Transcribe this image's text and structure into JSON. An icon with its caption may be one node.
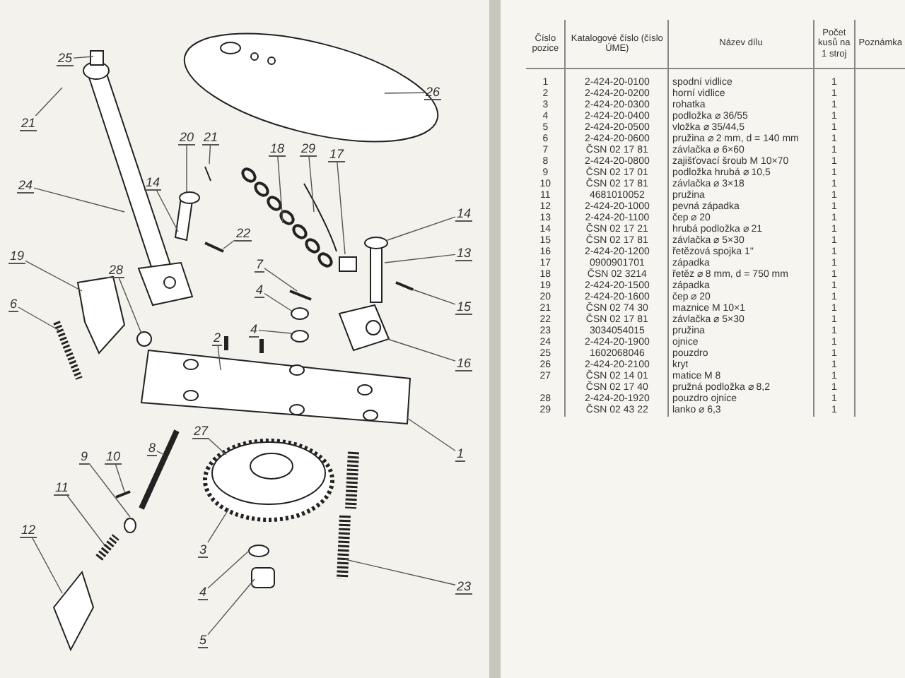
{
  "diagram": {
    "nodes": [
      {
        "text": [
          "25"
        ]
      },
      {
        "text": [
          "26"
        ]
      },
      {
        "text": [
          "21"
        ]
      },
      {
        "text": [
          "20"
        ]
      },
      {
        "text": [
          "21"
        ]
      },
      {
        "text": [
          "18"
        ]
      },
      {
        "text": [
          "29"
        ]
      },
      {
        "text": [
          "17"
        ]
      },
      {
        "text": [
          "24"
        ]
      },
      {
        "text": [
          "14"
        ]
      },
      {
        "text": [
          "14"
        ]
      },
      {
        "text": [
          "22"
        ]
      },
      {
        "text": [
          "13"
        ]
      },
      {
        "text": [
          "19"
        ]
      },
      {
        "text": [
          "7"
        ]
      },
      {
        "text": [
          "28"
        ]
      },
      {
        "text": [
          "4"
        ]
      },
      {
        "text": [
          "6"
        ]
      },
      {
        "text": [
          "15"
        ]
      },
      {
        "text": [
          "4"
        ]
      },
      {
        "text": [
          "2"
        ]
      },
      {
        "text": [
          "16"
        ]
      },
      {
        "text": [
          "1"
        ]
      },
      {
        "text": [
          "27"
        ]
      },
      {
        "text": [
          "8"
        ]
      },
      {
        "text": [
          "10"
        ]
      },
      {
        "text": [
          "9"
        ]
      },
      {
        "text": [
          "11"
        ]
      },
      {
        "text": [
          "12"
        ]
      },
      {
        "text": [
          "3"
        ]
      },
      {
        "text": [
          "23"
        ]
      },
      {
        "text": [
          "4"
        ]
      },
      {
        "text": [
          "5"
        ]
      }
    ],
    "edges": [
      {
        "from": 0,
        "to": null,
        "arrow": "none"
      },
      {
        "from": 1,
        "to": null,
        "arrow": "none"
      },
      {
        "from": 2,
        "to": null,
        "arrow": "none"
      },
      {
        "from": 3,
        "to": null,
        "arrow": "none"
      },
      {
        "from": 4,
        "to": null,
        "arrow": "none"
      },
      {
        "from": 5,
        "to": null,
        "arrow": "none"
      },
      {
        "from": 6,
        "to": null,
        "arrow": "none"
      },
      {
        "from": 7,
        "to": null,
        "arrow": "none"
      },
      {
        "from": 8,
        "to": null,
        "arrow": "none"
      },
      {
        "from": 9,
        "to": null,
        "arrow": "none"
      },
      {
        "from": 10,
        "to": null,
        "arrow": "none"
      },
      {
        "from": 11,
        "to": null,
        "arrow": "none"
      },
      {
        "from": 12,
        "to": null,
        "arrow": "none"
      },
      {
        "from": 13,
        "to": null,
        "arrow": "none"
      },
      {
        "from": 14,
        "to": null,
        "arrow": "none"
      },
      {
        "from": 15,
        "to": null,
        "arrow": "none"
      },
      {
        "from": 16,
        "to": null,
        "arrow": "none"
      },
      {
        "from": 17,
        "to": null,
        "arrow": "none"
      },
      {
        "from": 18,
        "to": null,
        "arrow": "none"
      },
      {
        "from": 19,
        "to": null,
        "arrow": "none"
      },
      {
        "from": 20,
        "to": null,
        "arrow": "none"
      },
      {
        "from": 21,
        "to": null,
        "arrow": "none"
      },
      {
        "from": 22,
        "to": null,
        "arrow": "none"
      },
      {
        "from": 23,
        "to": null,
        "arrow": "none"
      },
      {
        "from": 24,
        "to": null,
        "arrow": "none"
      },
      {
        "from": 25,
        "to": null,
        "arrow": "none"
      },
      {
        "from": 26,
        "to": null,
        "arrow": "none"
      },
      {
        "from": 27,
        "to": null,
        "arrow": "none"
      },
      {
        "from": 28,
        "to": null,
        "arrow": "none"
      },
      {
        "from": 29,
        "to": null,
        "arrow": "none"
      },
      {
        "from": 30,
        "to": null,
        "arrow": "none"
      },
      {
        "from": 31,
        "to": null,
        "arrow": "none"
      },
      {
        "from": 32,
        "to": null,
        "arrow": "none"
      }
    ],
    "labels": [
      "Číslo pozice",
      "Katalogové číslo (číslo ÚME)",
      "Název dílu",
      "Počet kusů na 1 stroj",
      "Poznámka",
      "1",
      "2-424-20-0100",
      "spodní vidlice",
      "1",
      "2",
      "2-424-20-0200",
      "horní vidlice",
      "1",
      "3",
      "2-424-20-0300",
      "rohatka",
      "1",
      "4",
      "2-424-20-0400",
      "podložka ⌀ 36/55",
      "1",
      "5",
      "2-424-20-0500",
      "vložka ⌀ 35/44,5",
      "1",
      "6",
      "2-424-20-0600",
      "pružina ⌀ 2 mm, d = 140 mm",
      "1",
      "7",
      "ČSN 02 17 81",
      "závlačka ⌀ 6×60",
      "1",
      "8",
      "2-424-20-0800",
      "zajišťovací šroub M 10×70",
      "1",
      "9",
      "ČSN 02 17 01",
      "podložka hrubá ⌀ 10,5",
      "1",
      "10",
      "ČSN 02 17 81",
      "závlačka ⌀ 3×18",
      "1",
      "11",
      "4681010052",
      "pružina",
      "1",
      "12",
      "2-424-20-1000",
      "pevná západka",
      "1",
      "13",
      "2-424-20-1100",
      "čep ⌀ 20",
      "1",
      "14",
      "ČSN 02 17 21",
      "hrubá podložka ⌀ 21",
      "1",
      "15",
      "ČSN 02 17 81",
      "závlačka ⌀ 5×30",
      "1",
      "16",
      "2-424-20-1200",
      "řetězová spojka 1''",
      "1",
      "17",
      "0900901701",
      "západka",
      "1",
      "18",
      "ČSN 02 3214",
      "řetěz ⌀ 8 mm, d = 750 mm",
      "1",
      "19",
      "2-424-20-1500",
      "západka",
      "1",
      "20",
      "2-424-20-1600",
      "čep ⌀ 20",
      "1",
      "21",
      "ČSN 02 74 30",
      "maznice M 10×1",
      "1",
      "22",
      "ČSN 02 17 81",
      "závlačka ⌀ 5×30",
      "1",
      "23",
      "3034054015",
      "pružina",
      "1",
      "24",
      "2-424-20-1900",
      "ojnice",
      "1",
      "25",
      "1602068046",
      "pouzdro",
      "1",
      "26",
      "2-424-20-2100",
      "kryt",
      "1",
      "27",
      "ČSN 02 14 01",
      "matice M 8",
      "1",
      "ČSN 02 17 40",
      "pružná podložka ⌀ 8,2",
      "1",
      "28",
      "2-424-20-1920",
      "pouzdro ojnice",
      "1",
      "29",
      "ČSN 02 43 22",
      "lanko ⌀ 6,3",
      "1"
    ]
  }
}
